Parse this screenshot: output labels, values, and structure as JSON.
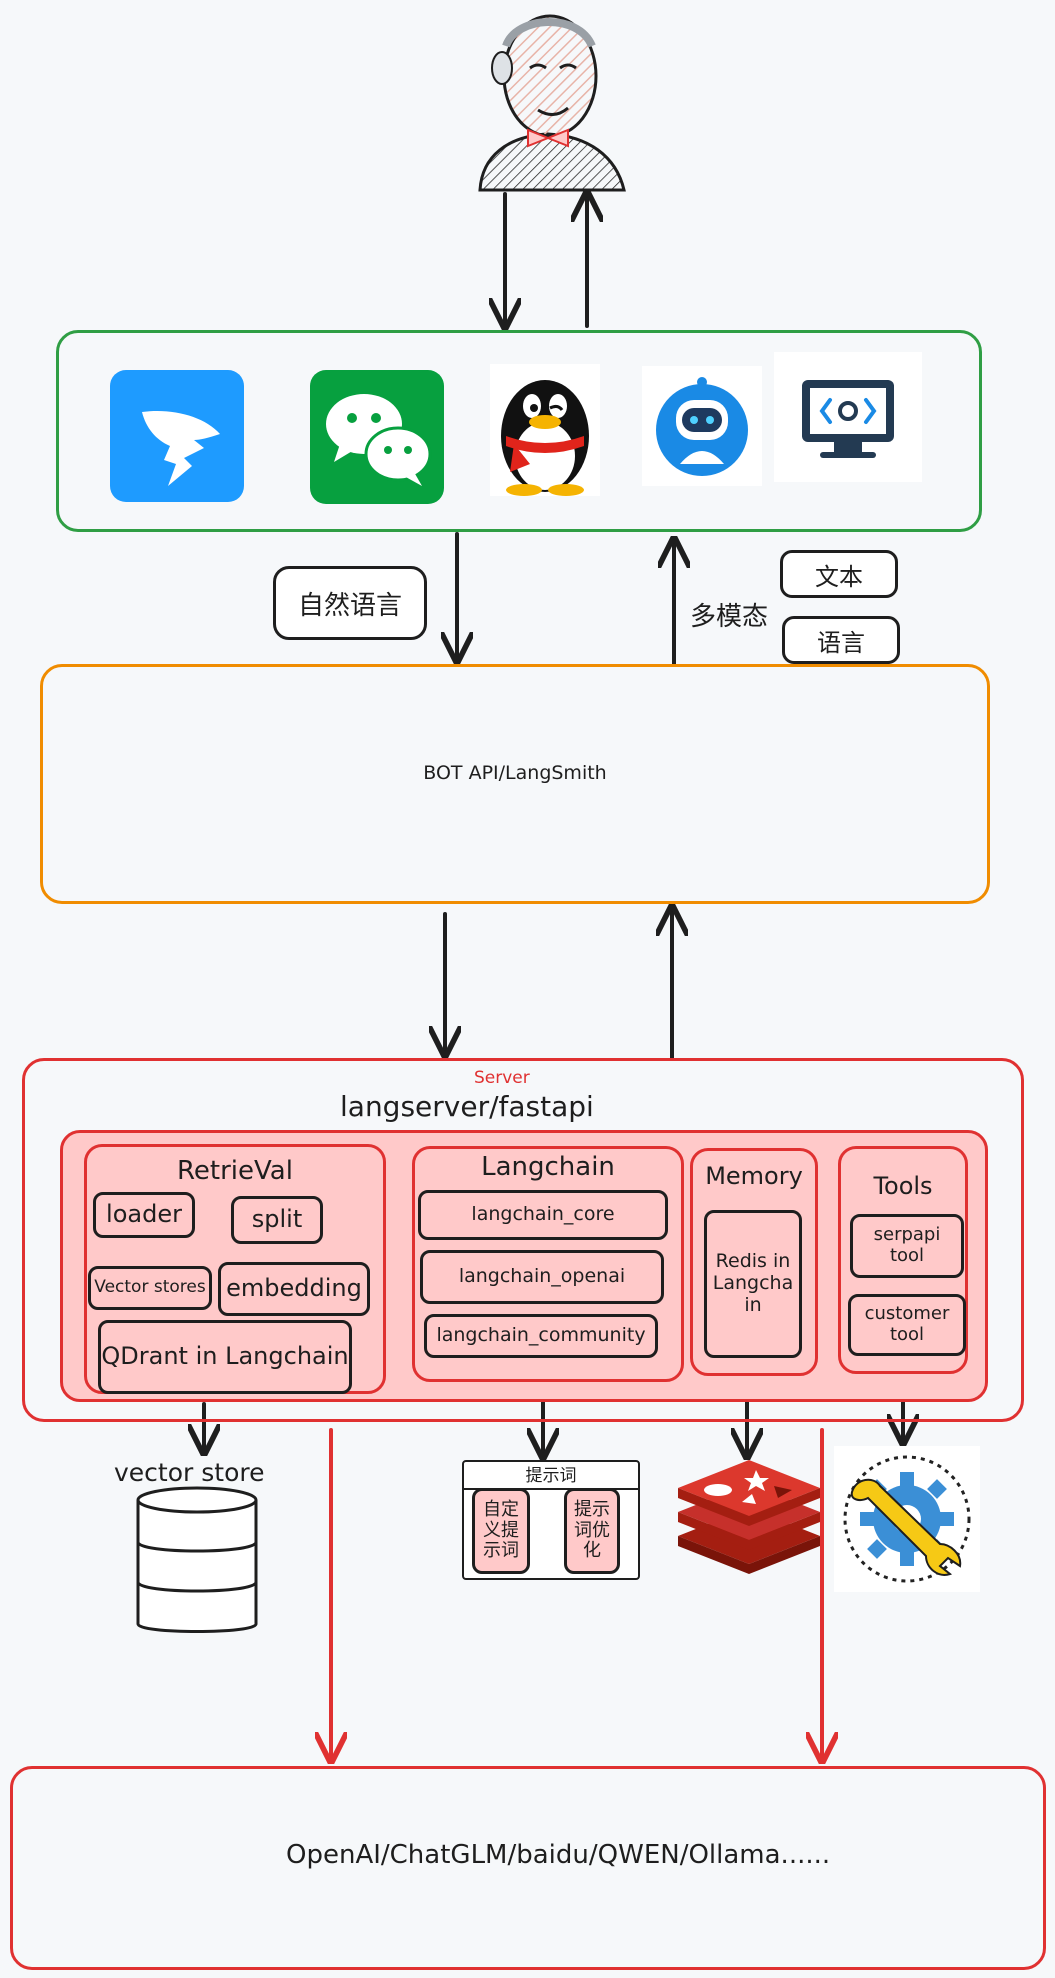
{
  "user_avatar_icon": "cartoon-bald-man-with-bowtie-icon",
  "channels": {
    "icons": [
      "dingtalk-icon",
      "wechat-icon",
      "qq-penguin-icon",
      "robot-icon",
      "monitor-code-icon"
    ]
  },
  "edge_labels": {
    "natural_language": "自然语言",
    "multimodal": "多模态",
    "text": "文本",
    "speech": "语言"
  },
  "bot_api": {
    "label": "BOT API/LangSmith"
  },
  "server": {
    "caption": "Server",
    "title": "langserver/fastapi",
    "retrieval": {
      "title": "RetrieVal",
      "loader": "loader",
      "split": "split",
      "vector_stores": "Vector stores",
      "embedding": "embedding",
      "qdrant": "QDrant in Langchain"
    },
    "langchain": {
      "title": "Langchain",
      "items": [
        "langchain_core",
        "langchain_openai",
        "langchain_community"
      ]
    },
    "memory": {
      "title": "Memory",
      "redis": "Redis in Langchain"
    },
    "tools": {
      "title": "Tools",
      "serpapi": "serpapi tool",
      "customer": "customer tool"
    }
  },
  "outputs": {
    "vector_store": "vector store",
    "prompt": {
      "title": "提示词",
      "custom": "自定义提示词",
      "optimize": "提示词优化"
    },
    "redis_icon": "redis-logo-icon",
    "tool_icon": "gear-wrench-icon"
  },
  "llm": {
    "label": "OpenAI/ChatGLM/baidu/QWEN/Ollama......"
  },
  "colors": {
    "green": "#2f9e44",
    "orange": "#f08c00",
    "red": "#e03131",
    "pink": "#ffc9c9",
    "ink": "#1e1e1e"
  }
}
